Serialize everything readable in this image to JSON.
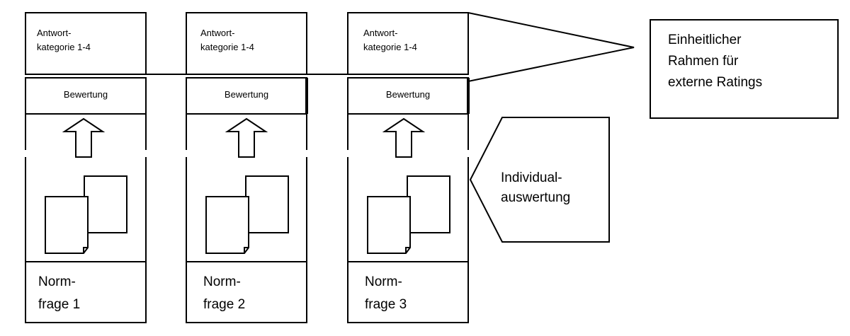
{
  "columns": [
    {
      "category_line1": "Antwort-",
      "category_line2": "kategorie 1-4",
      "rating": "Bewertung",
      "norm_line1": "Norm-",
      "norm_line2": "frage 1"
    },
    {
      "category_line1": "Antwort-",
      "category_line2": "kategorie 1-4",
      "rating": "Bewertung",
      "norm_line1": "Norm-",
      "norm_line2": "frage 2"
    },
    {
      "category_line1": "Antwort-",
      "category_line2": "kategorie 1-4",
      "rating": "Bewertung",
      "norm_line1": "Norm-",
      "norm_line2": "frage 3"
    }
  ],
  "frame": {
    "line1": "Einheitlicher",
    "line2": "Rahmen für",
    "line3": "externe Ratings"
  },
  "individual": {
    "line1": "Individual-",
    "line2": "auswertung"
  }
}
